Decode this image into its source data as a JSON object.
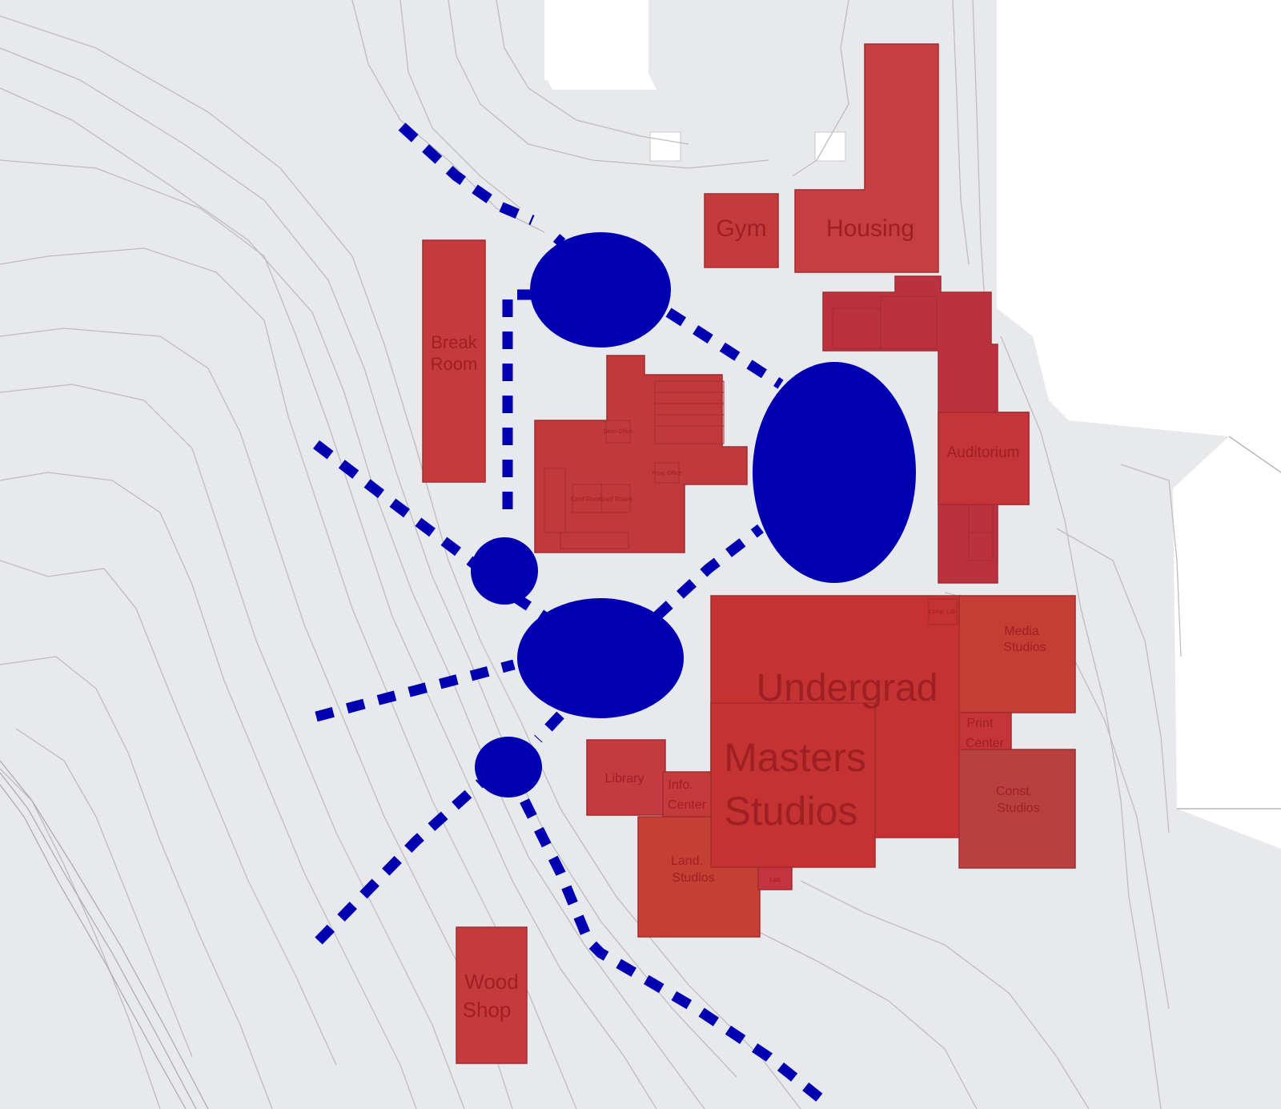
{
  "colors": {
    "terrain": "#e8e9ec",
    "building": "#c53b3b",
    "building_dark": "#b8303c",
    "label": "#9e1f24",
    "node": "#0000b0",
    "white_area": "#ffffff"
  },
  "labels": {
    "gym": "Gym",
    "housing": "Housing",
    "break_room_1": "Break",
    "break_room_2": "Room",
    "auditorium": "Auditorium",
    "undergrad": "Undergrad",
    "masters_1": "Masters",
    "masters_2": "Studios",
    "media_1": "Media",
    "media_2": "Studios",
    "print_1": "Print",
    "print_2": "Center",
    "const_1": "Const.",
    "const_2": "Studios",
    "land_1": "Land.",
    "land_2": "Studios",
    "library": "Library",
    "info_1": "Info.",
    "info_2": "Center",
    "wood_1": "Wood",
    "wood_2": "Shop",
    "conf_1": "Conf Room",
    "conf_2": "Conf Room",
    "dean_office": "Dean Office",
    "prog_office": "Prog. Office",
    "comp_lab": "Comp. Lab",
    "lab": "Lab"
  },
  "icons": {
    "activity_node": "ellipse-node",
    "circulation_path": "dashed-line"
  }
}
